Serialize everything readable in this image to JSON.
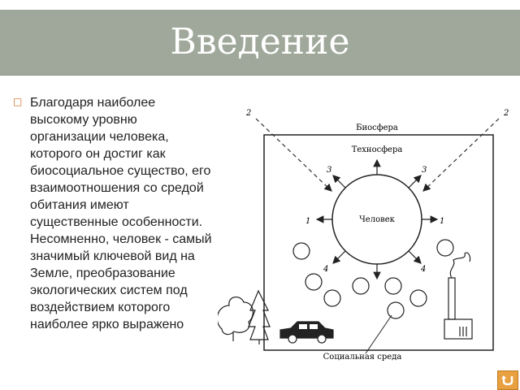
{
  "slide": {
    "title": "Введение",
    "body": "Благодаря наиболее\nвысокому уровню\nорганизации человека,\nкоторого он достиг как\nбиосоциальное существо, его\nвзаимоотношения со средой\nобитания имеют\nсущественные особенности.\nНесомненно, человек - самый\nзначимый ключевой вид на\nЗемле, преобразование\nэкологических систем под\nвоздействием которого\nнаиболее ярко выражено"
  },
  "diagram": {
    "biosphere_label": "Биосфера",
    "technosphere_label": "Техносфера",
    "human_label": "Человек",
    "social_env_label": "Социальная среда",
    "arrow_labels": {
      "a1_left": "1",
      "a1_right": "1",
      "a2_left": "2",
      "a2_right": "2",
      "a3_left": "3",
      "a3_right": "3",
      "a4_left": "4",
      "a4_right": "4"
    }
  },
  "colors": {
    "title_bar": "#9fa89a",
    "title_text": "#ffffff",
    "bullet": "#d2691e",
    "nav_button": "#e8a040"
  },
  "icons": {
    "bullet": "bullet-icon",
    "nav": "return-icon"
  }
}
